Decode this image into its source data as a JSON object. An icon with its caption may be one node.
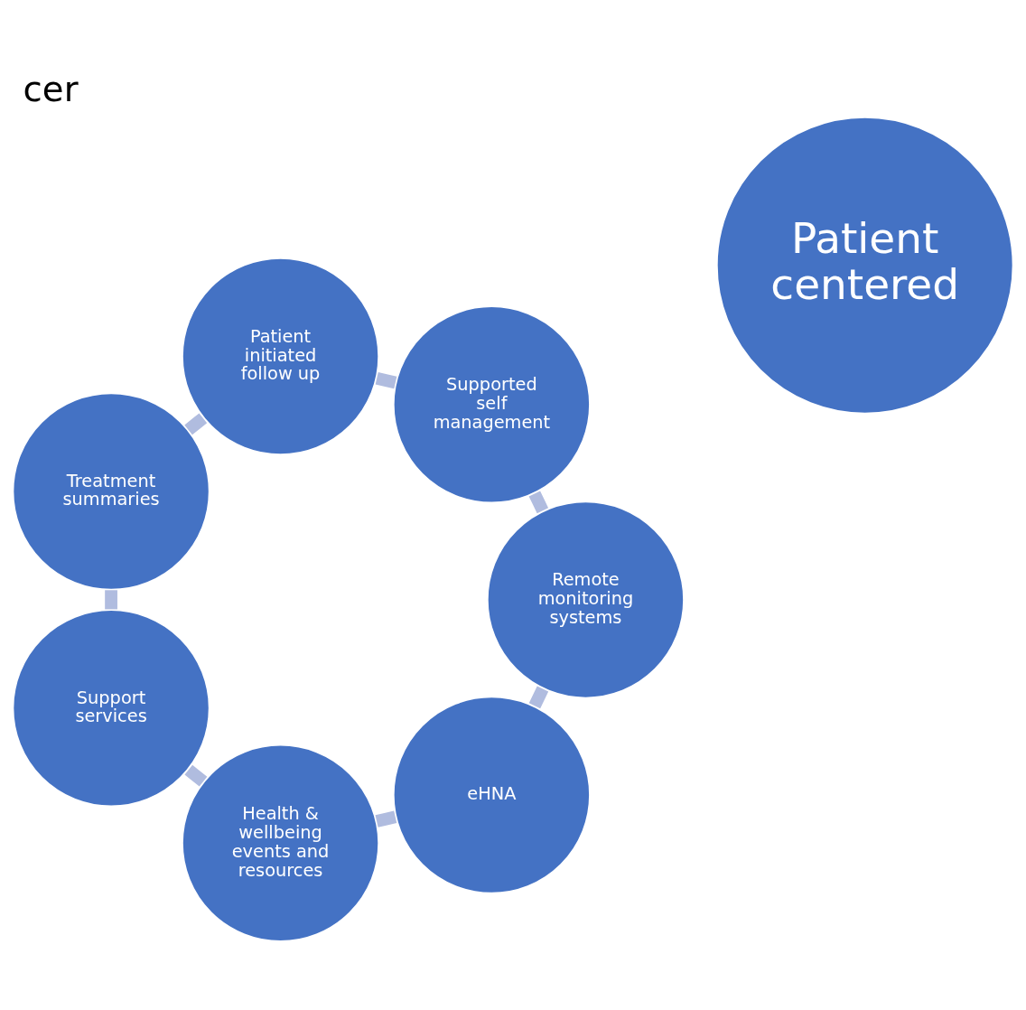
{
  "diagram": {
    "title": "cer",
    "nodes": [
      {
        "text": [
          "Patient centered"
        ]
      },
      {
        "text": [
          "eHNA"
        ]
      },
      {
        "text": [
          "Health & wellbeing events and resources"
        ]
      },
      {
        "text": [
          "Support services"
        ]
      },
      {
        "text": [
          "Treatment summaries"
        ]
      },
      {
        "text": [
          "Patient initiated follow up"
        ]
      },
      {
        "text": [
          "Supported self management"
        ]
      },
      {
        "text": [
          "Remote monitoring systems"
        ]
      }
    ],
    "edges": [
      {
        "from": 1,
        "to": 2,
        "arrow": "none"
      },
      {
        "from": 2,
        "to": 3,
        "arrow": "none"
      },
      {
        "from": 3,
        "to": 4,
        "arrow": "none"
      },
      {
        "from": 4,
        "to": 5,
        "arrow": "none"
      },
      {
        "from": 5,
        "to": 6,
        "arrow": "none"
      },
      {
        "from": 6,
        "to": 7,
        "arrow": "none"
      },
      {
        "from": 7,
        "to": 1,
        "arrow": "none"
      }
    ]
  }
}
